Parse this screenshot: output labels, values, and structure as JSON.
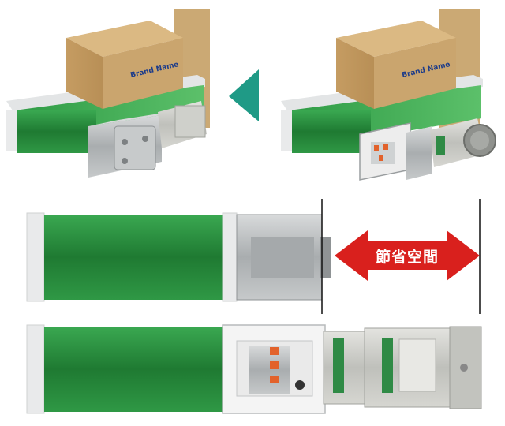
{
  "callout": {
    "text": "節省空間",
    "arrow_color": "#d9201d",
    "text_color": "#ffffff"
  },
  "indicator": {
    "direction": "left",
    "color": "#1f9a86"
  },
  "box_print": "Brand Name",
  "colors": {
    "belt": "#2b8f3f",
    "box": "#c9a46c",
    "metal": "#b9bcbd",
    "motor_housing": "#d4d5d2"
  }
}
